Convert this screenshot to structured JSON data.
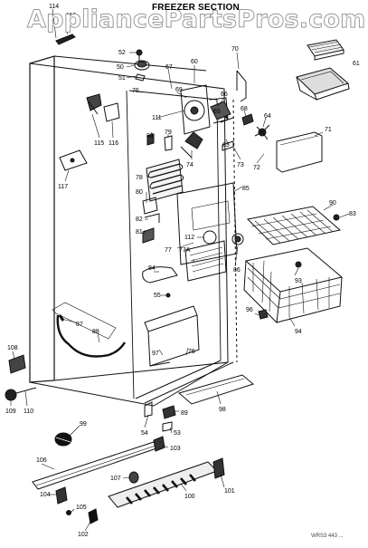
{
  "page": {
    "title": "FREEZER SECTION",
    "watermark": "AppliancePartsPros.com",
    "footer_code": "WRS3 443 ..."
  },
  "callouts": [
    {
      "id": "c114",
      "label": "114"
    },
    {
      "id": "c113",
      "label": "113"
    },
    {
      "id": "c52",
      "label": "52"
    },
    {
      "id": "c50",
      "label": "50"
    },
    {
      "id": "c51",
      "label": "51"
    },
    {
      "id": "c70",
      "label": "70"
    },
    {
      "id": "c60",
      "label": "60"
    },
    {
      "id": "c67",
      "label": "67"
    },
    {
      "id": "c61",
      "label": "61"
    },
    {
      "id": "c76a",
      "label": "76"
    },
    {
      "id": "c69",
      "label": "69"
    },
    {
      "id": "c66",
      "label": "66"
    },
    {
      "id": "c111",
      "label": "111"
    },
    {
      "id": "c65",
      "label": "65"
    },
    {
      "id": "c68",
      "label": "68"
    },
    {
      "id": "c64",
      "label": "64"
    },
    {
      "id": "c71",
      "label": "71"
    },
    {
      "id": "c115",
      "label": "115"
    },
    {
      "id": "c116",
      "label": "116"
    },
    {
      "id": "c83a",
      "label": "83"
    },
    {
      "id": "c79",
      "label": "79"
    },
    {
      "id": "c63",
      "label": "63"
    },
    {
      "id": "c74",
      "label": "74"
    },
    {
      "id": "c73",
      "label": "73"
    },
    {
      "id": "c72",
      "label": "72"
    },
    {
      "id": "c117",
      "label": "117"
    },
    {
      "id": "c78",
      "label": "78"
    },
    {
      "id": "c85",
      "label": "85"
    },
    {
      "id": "c80",
      "label": "80"
    },
    {
      "id": "c90",
      "label": "90"
    },
    {
      "id": "c83b",
      "label": "83"
    },
    {
      "id": "c82",
      "label": "82"
    },
    {
      "id": "c81",
      "label": "81"
    },
    {
      "id": "c112",
      "label": "112"
    },
    {
      "id": "c77",
      "label": "77"
    },
    {
      "id": "c77a",
      "label": "77A"
    },
    {
      "id": "c84",
      "label": "84"
    },
    {
      "id": "c86",
      "label": "86"
    },
    {
      "id": "c93",
      "label": "93"
    },
    {
      "id": "c55",
      "label": "55"
    },
    {
      "id": "c96",
      "label": "96"
    },
    {
      "id": "c87",
      "label": "87"
    },
    {
      "id": "c88",
      "label": "88"
    },
    {
      "id": "c94",
      "label": "94"
    },
    {
      "id": "c108",
      "label": "108"
    },
    {
      "id": "c76b",
      "label": "76"
    },
    {
      "id": "c97",
      "label": "97"
    },
    {
      "id": "c109",
      "label": "109"
    },
    {
      "id": "c110",
      "label": "110"
    },
    {
      "id": "c98",
      "label": "98"
    },
    {
      "id": "c89",
      "label": "89"
    },
    {
      "id": "c99",
      "label": "99"
    },
    {
      "id": "c54",
      "label": "54"
    },
    {
      "id": "c53",
      "label": "53"
    },
    {
      "id": "c106",
      "label": "106"
    },
    {
      "id": "c103",
      "label": "103"
    },
    {
      "id": "c107",
      "label": "107"
    },
    {
      "id": "c101",
      "label": "101"
    },
    {
      "id": "c100",
      "label": "100"
    },
    {
      "id": "c104",
      "label": "104"
    },
    {
      "id": "c105",
      "label": "105"
    },
    {
      "id": "c102",
      "label": "102"
    }
  ]
}
